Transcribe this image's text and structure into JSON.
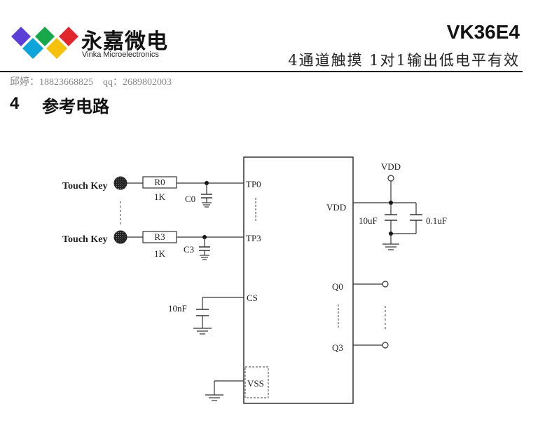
{
  "header": {
    "logo": {
      "name_cn": "永嘉微电",
      "name_en": "Vinka Microelectronics",
      "tile_colors": [
        "#5b3fd6",
        "#17a84a",
        "#e1262c",
        "#0ea5db",
        "#f4c20d"
      ]
    },
    "model": "VK36E4",
    "subtitle": "4通道触摸 1对1输出低电平有效"
  },
  "contact": {
    "text": "邱婷：18823668825    qq：2689802003"
  },
  "section": {
    "number": "4",
    "title": "参考电路"
  },
  "circuit": {
    "touch_keys": [
      {
        "label": "Touch Key",
        "resistor": "R0",
        "resistor_value": "1K",
        "capacitor": "C0",
        "pin": "TP0"
      },
      {
        "label": "Touch Key",
        "resistor": "R3",
        "resistor_value": "1K",
        "capacitor": "C3",
        "pin": "TP3"
      }
    ],
    "cs": {
      "pin": "CS",
      "capacitor_value": "10nF"
    },
    "vss": {
      "pin": "VSS"
    },
    "vdd": {
      "supply_label": "VDD",
      "pin": "VDD",
      "cap1": "10uF",
      "cap2": "0.1uF"
    },
    "outputs": [
      {
        "pin": "Q0"
      },
      {
        "pin": "Q3"
      }
    ]
  }
}
